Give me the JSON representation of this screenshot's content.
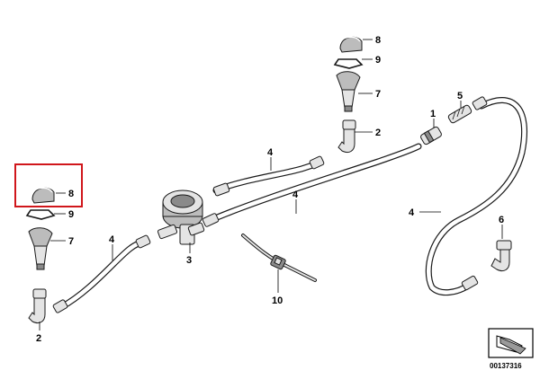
{
  "callouts": {
    "c8_top": "8",
    "c9_top": "9",
    "c7_top": "7",
    "c5": "5",
    "c1": "1",
    "c2_top": "2",
    "c4_upper_mid": "4",
    "c4_lower_mid": "4",
    "c4_right": "4",
    "c6": "6",
    "c8_left": "8",
    "c9_left": "9",
    "c7_left": "7",
    "c4_left": "4",
    "c3": "3",
    "c10": "10",
    "c2_left": "2"
  },
  "document_number": "00137316",
  "highlight_color": "#d0161b"
}
